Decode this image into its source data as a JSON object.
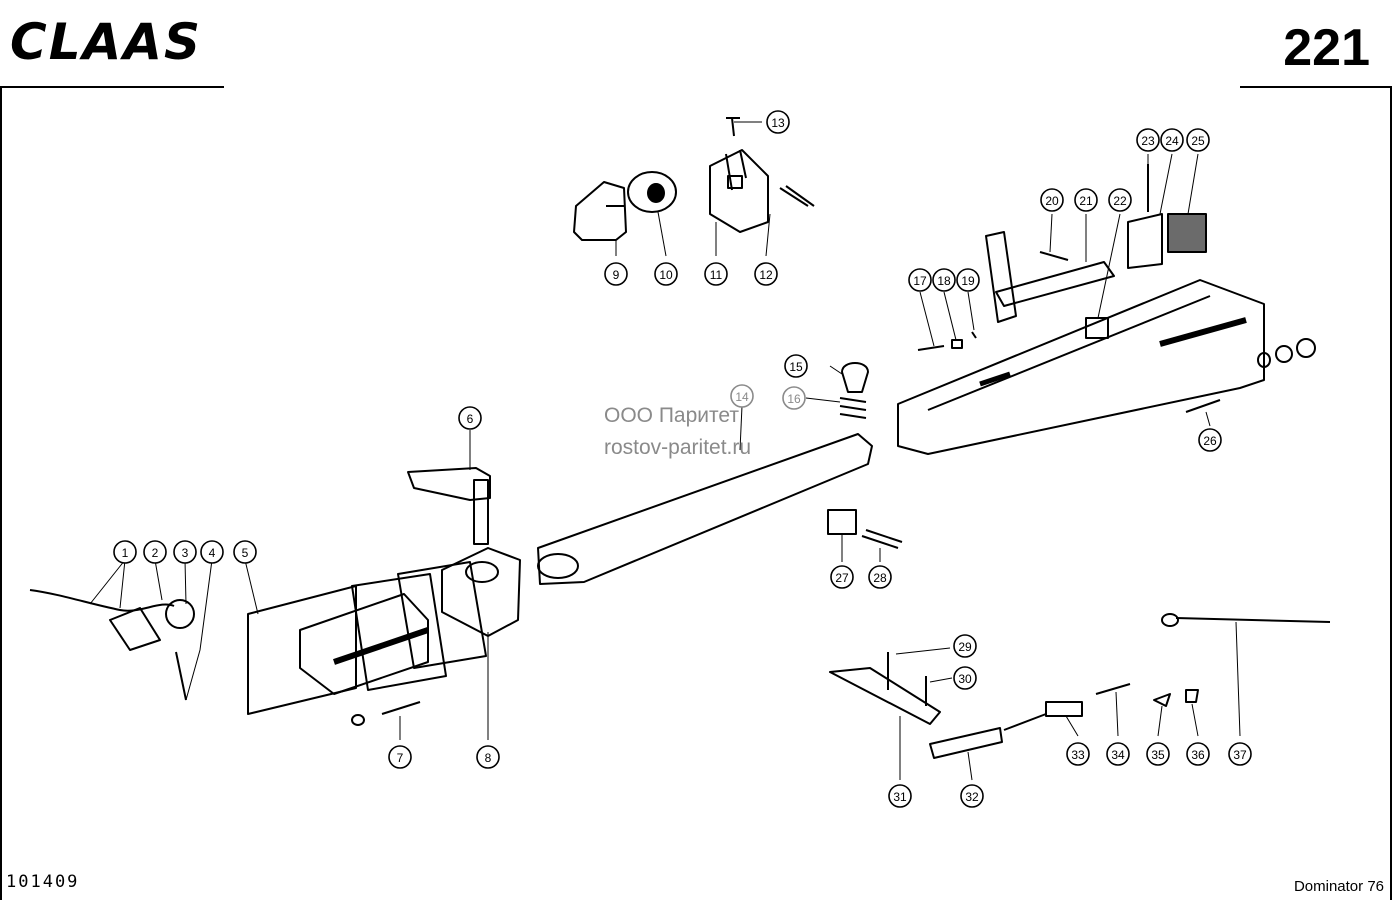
{
  "header": {
    "brand": "CLAAS",
    "page_number": "221"
  },
  "footer": {
    "document_number": "101409",
    "model": "Dominator 76"
  },
  "watermark": {
    "line1": "ООО Паритет",
    "line2": "rostov-paritet.ru"
  },
  "callouts": [
    {
      "n": "1"
    },
    {
      "n": "2"
    },
    {
      "n": "3"
    },
    {
      "n": "4"
    },
    {
      "n": "5"
    },
    {
      "n": "6"
    },
    {
      "n": "7"
    },
    {
      "n": "8"
    },
    {
      "n": "9"
    },
    {
      "n": "10"
    },
    {
      "n": "11"
    },
    {
      "n": "12"
    },
    {
      "n": "13"
    },
    {
      "n": "14"
    },
    {
      "n": "15"
    },
    {
      "n": "16"
    },
    {
      "n": "17"
    },
    {
      "n": "18"
    },
    {
      "n": "19"
    },
    {
      "n": "20"
    },
    {
      "n": "21"
    },
    {
      "n": "22"
    },
    {
      "n": "23"
    },
    {
      "n": "24"
    },
    {
      "n": "25"
    },
    {
      "n": "26"
    },
    {
      "n": "27"
    },
    {
      "n": "28"
    },
    {
      "n": "29"
    },
    {
      "n": "30"
    },
    {
      "n": "31"
    },
    {
      "n": "32"
    },
    {
      "n": "33"
    },
    {
      "n": "34"
    },
    {
      "n": "35"
    },
    {
      "n": "36"
    },
    {
      "n": "37"
    },
    {
      "n": "26"
    }
  ]
}
